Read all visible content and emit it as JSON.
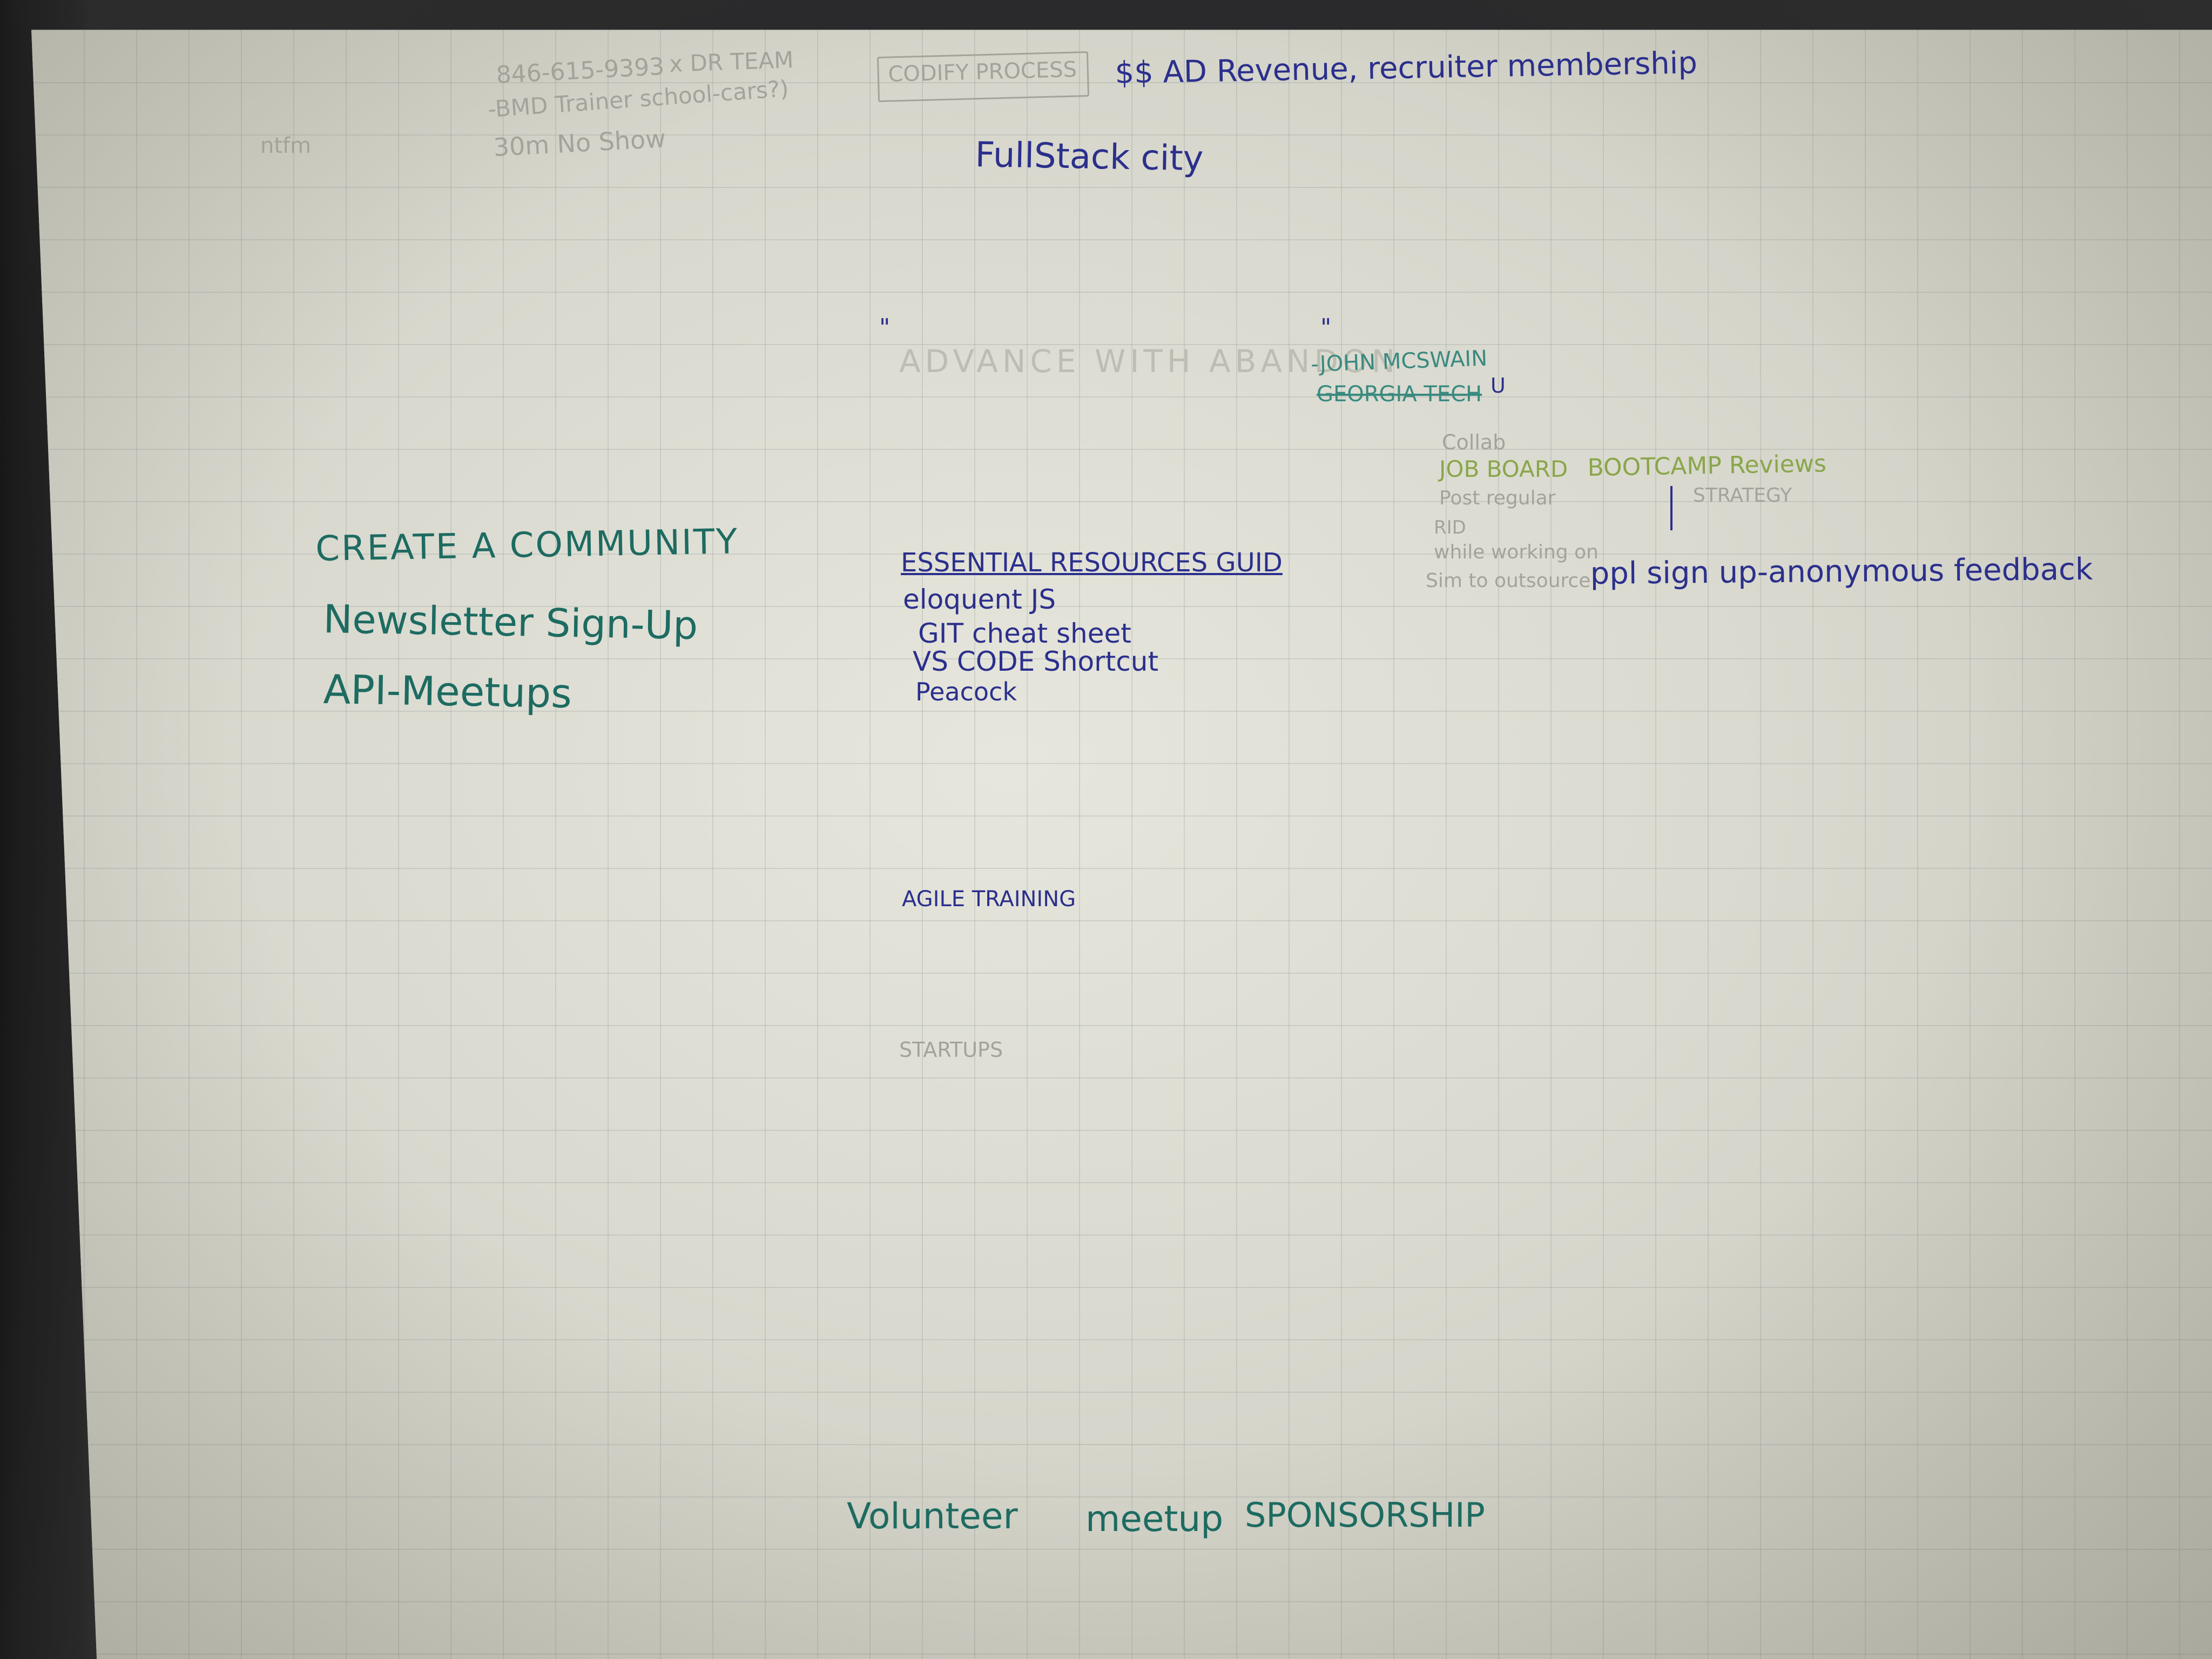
{
  "photo": {
    "subject": "grid-paper-brainstorm",
    "paper_color": "#d8d8ce",
    "grid_color": "#9aa3a3"
  },
  "top_left": {
    "phone": "846-615-9393",
    "team": "x DR TEAM",
    "trainer": "-BMD Trainer school-cars?)",
    "no_show": "30m No Show",
    "tm": "ntfm"
  },
  "header": {
    "codify": "CODIFY PROCESS",
    "revenue": "$$ AD Revenue, recruiter membership",
    "title": "FullStack city"
  },
  "tagline": {
    "quote_open": "\"",
    "text": "ADVANCE WITH ABANDON",
    "quote_close": "\"",
    "attribution_1": "-JOHN MCSWAIN",
    "attribution_2": "GEORGIA TECH",
    "attribution_mark": "U"
  },
  "right_notes": {
    "collab": "Collab",
    "job_board": "JOB BOARD",
    "bootcamp_reviews": "BOOTCAMP Reviews",
    "post_regular": "Post regular",
    "strategy": "STRATEGY",
    "rid": "RID",
    "while_working": "while working on",
    "outsource": "Sim to outsource",
    "sign_up": "ppl sign up-anonymous feedback"
  },
  "community": {
    "heading": "CREATE A COMMUNITY",
    "items": [
      "Newsletter Sign-Up",
      "API-Meetups"
    ]
  },
  "resources": {
    "heading": "ESSENTIAL RESOURCES GUID",
    "items": [
      "eloquent JS",
      "GIT cheat sheet",
      "VS CODE Shortcut",
      "Peacock"
    ]
  },
  "middle": {
    "agile": "AGILE TRAINING",
    "startups": "STARTUPS"
  },
  "footer": {
    "volunteer": "Volunteer",
    "meetup": "meetup",
    "sponsorship": "SPONSORSHIP"
  }
}
